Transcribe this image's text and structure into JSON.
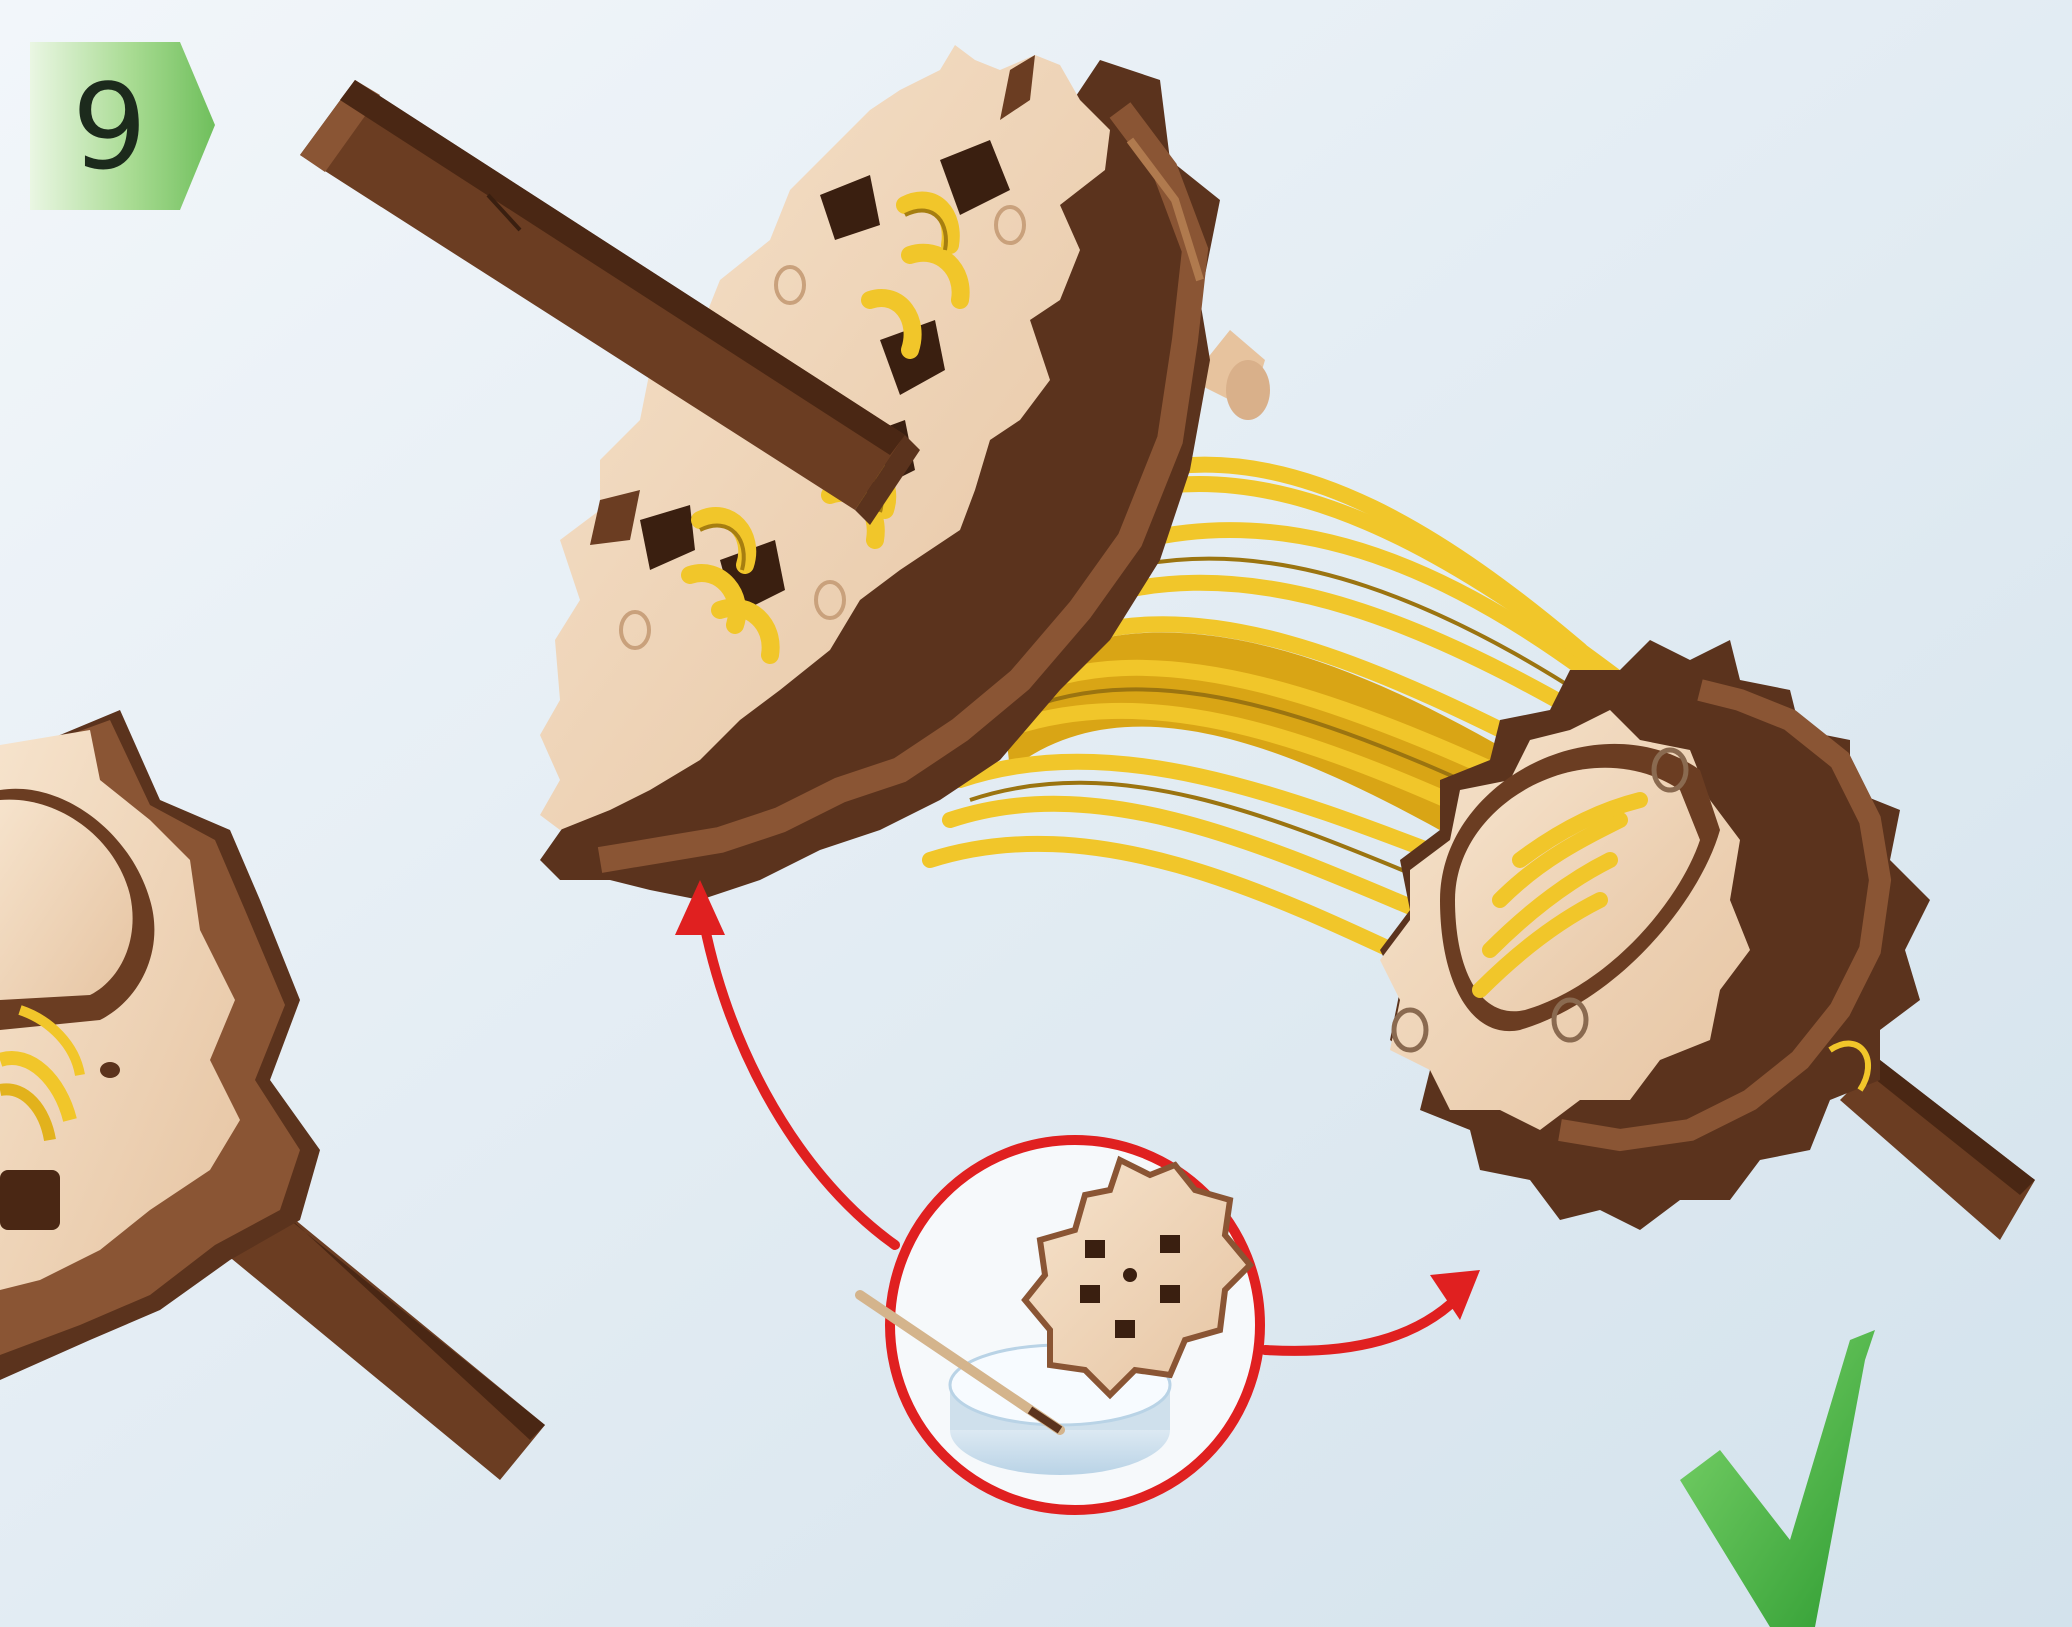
{
  "step": {
    "number": "9"
  },
  "colors": {
    "background_top": "#eef3f8",
    "background_bottom": "#d6e4ee",
    "step_badge_green": "#7cc46a",
    "birch_light": "#f1d7bb",
    "walnut_dark": "#5b331d",
    "dowel_brown": "#6b3d22",
    "rubber_band_yellow": "#f1c62a",
    "glue_arrow_red": "#e02020",
    "check_green": "#4db748"
  },
  "icons": {
    "step_badge": "step-number-badge",
    "glue_callout": "glue-dish-callout",
    "confirm": "checkmark-icon"
  }
}
